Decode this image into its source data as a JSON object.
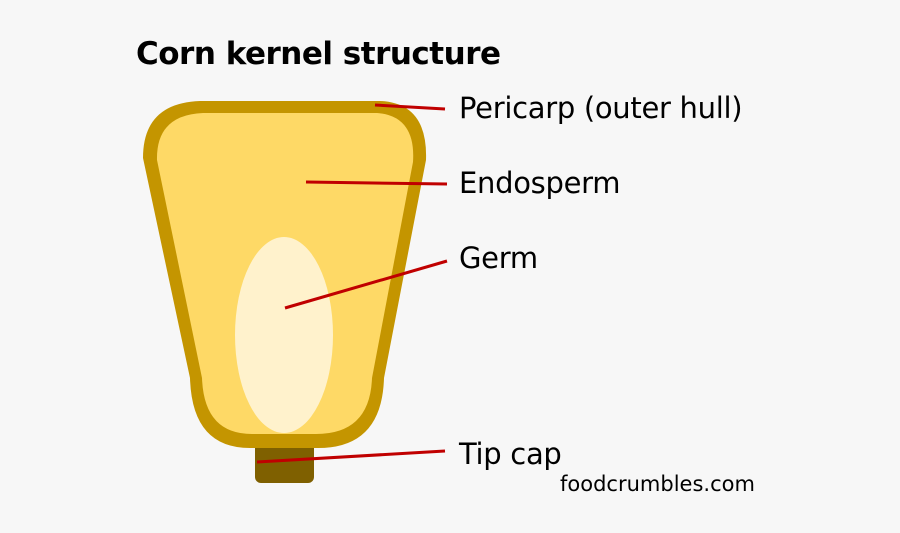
{
  "title": "Corn kernel structure",
  "labels": {
    "pericarp": "Pericarp (outer hull)",
    "endosperm": "Endosperm",
    "germ": "Germ",
    "tip_cap": "Tip cap"
  },
  "credit": "foodcrumbles.com",
  "colors": {
    "background": "#f7f7f7",
    "pericarp": "#c49500",
    "endosperm": "#fed966",
    "germ": "#fff2cc",
    "tip_cap": "#7f6000",
    "leader_line": "#c00000"
  }
}
